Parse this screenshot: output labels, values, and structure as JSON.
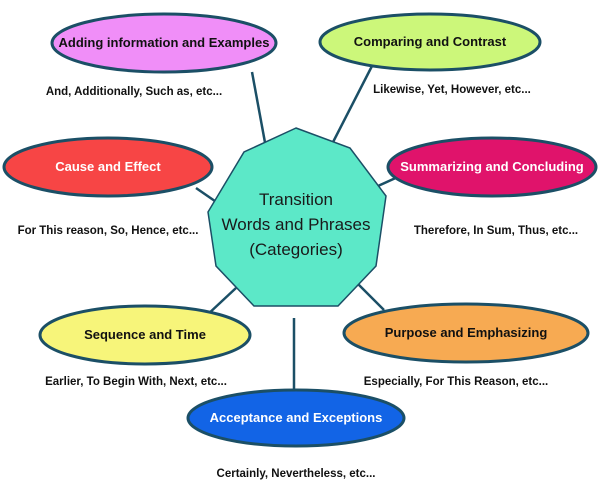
{
  "center": {
    "lines": [
      "Transition",
      "Words and Phrases",
      "(Categories)"
    ],
    "color": "#5ce8c8"
  },
  "categories": [
    {
      "label": "Adding information and Examples",
      "examples": "And, Additionally, Such as, etc...",
      "color": "#f08ef8",
      "text_color": "#111111"
    },
    {
      "label": "Comparing and Contrast",
      "examples": "Likewise, Yet,  However, etc...",
      "color": "#ccf77a",
      "text_color": "#111111"
    },
    {
      "label": "Cause and Effect",
      "examples": "For This reason, So,  Hence, etc...",
      "color": "#f74545",
      "text_color": "#ffffff"
    },
    {
      "label": "Summarizing and Concluding",
      "examples": "Therefore, In Sum, Thus, etc...",
      "color": "#e0136b",
      "text_color": "#ffffff"
    },
    {
      "label": "Sequence and Time",
      "examples": "Earlier, To Begin With, Next, etc...",
      "color": "#f7f57a",
      "text_color": "#111111"
    },
    {
      "label": "Purpose and Emphasizing",
      "examples": "Especially, For This Reason, etc...",
      "color": "#f7aa52",
      "text_color": "#111111"
    },
    {
      "label": "Acceptance and Exceptions",
      "examples": "Certainly,  Nevertheless, etc...",
      "color": "#1264e6",
      "text_color": "#ffffff"
    }
  ],
  "colors": {
    "outline": "#1b4f66",
    "connector": "#1b4f66"
  }
}
